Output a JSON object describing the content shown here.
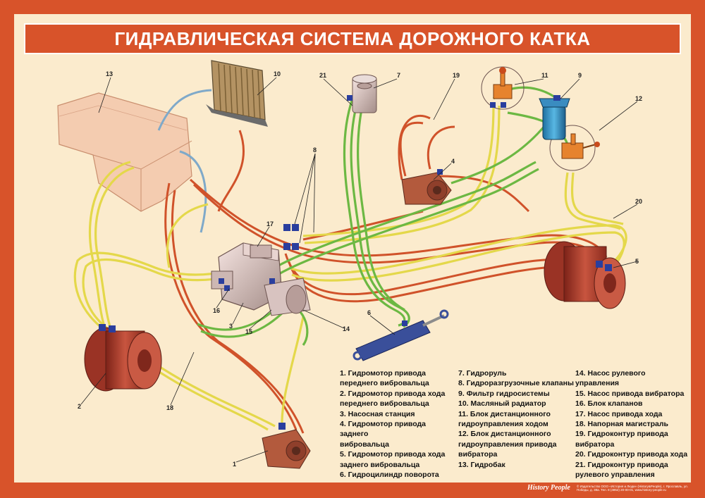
{
  "title": "ГИДРАВЛИЧЕСКАЯ СИСТЕМА ДОРОЖНОГО КАТКА",
  "callouts": [
    "1",
    "2",
    "3",
    "4",
    "5",
    "6",
    "7",
    "8",
    "9",
    "10",
    "11",
    "12",
    "13",
    "14",
    "15",
    "16",
    "17",
    "18",
    "19",
    "20",
    "21"
  ],
  "legend": {
    "col1": [
      "1. Гидромотор привода\nпереднего вибровальца",
      "2. Гидромотор привода хода\nпереднего вибровальца",
      "3. Насосная станция",
      "4. Гидромотор привода заднего\nвибровальца",
      "5. Гидромотор привода хода\nзаднего вибровальца",
      "6. Гидроцилиндр поворота"
    ],
    "col2": [
      "7. Гидроруль",
      "8. Гидроразгрузочные клапаны",
      "9. Фильтр гидросистемы",
      "10. Масляный радиатор",
      "11. Блок дистанционного\nгидроуправления ходом",
      "12. Блок дистанционного\nгидроуправления привода\nвибратора",
      "13. Гидробак"
    ],
    "col3": [
      "14. Насос рулевого управления",
      "15. Насос привода вибратора",
      "16. Блок клапанов",
      "17. Насос привода хода",
      "18. Напорная магистраль",
      "19. Гидроконтур привода\nвибратора",
      "20. Гидроконтур привода хода",
      "21. Гидроконтур привода\nрулевого управления"
    ]
  },
  "footer": {
    "brand": "History People",
    "fine_print": "© Издательство ООО «История и Люди» (History&People), г. Ярославль, ул. Победы, д. 38а. Тел. 8 (4852) 20-00-01, www.history-people.ru"
  },
  "colors": {
    "frame": "#d8532a",
    "background": "#fbebcd",
    "pressure_line": "#d0522a",
    "drive_circuit": "#e4d84a",
    "steering_circuit": "#6cb843",
    "return_line": "#7fa9c9",
    "motor": "#b0392a",
    "fitting": "#2a3e9e"
  }
}
